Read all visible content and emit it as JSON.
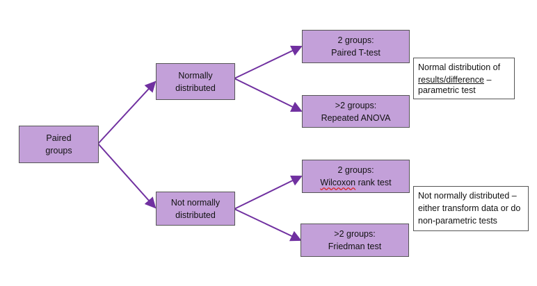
{
  "colors": {
    "box_fill": "#c3a0d9",
    "arrow": "#7030a0"
  },
  "nodes": {
    "root": {
      "line1": "Paired",
      "line2": "groups"
    },
    "normal": {
      "line1": "Normally",
      "line2": "distributed"
    },
    "not_normal": {
      "line1": "Not normally",
      "line2": "distributed"
    },
    "paired_t": {
      "line1": "2 groups:",
      "line2": "Paired T-test"
    },
    "anova": {
      "line1": ">2 groups:",
      "line2": "Repeated ANOVA"
    },
    "wilcoxon": {
      "line1": "2 groups:",
      "line2_word": "Wilcoxon",
      "line2_rest": " rank test"
    },
    "friedman": {
      "line1": ">2 groups:",
      "line2": "Friedman test"
    }
  },
  "notes": {
    "normal": {
      "line1": "Normal distribution of",
      "underlined": "results/difference",
      "after": " –",
      "line3": "parametric test"
    },
    "not_normal": {
      "line1": "Not normally distributed –",
      "line2": "either transform data or do",
      "line3": "non-parametric tests"
    }
  }
}
